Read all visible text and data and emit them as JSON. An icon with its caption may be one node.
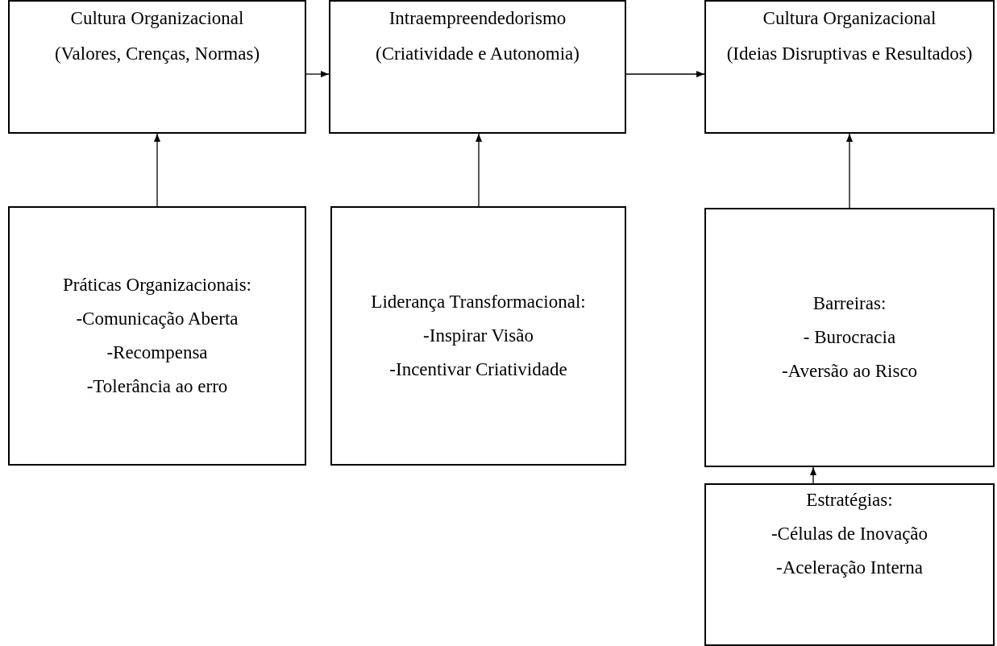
{
  "diagram": {
    "nodes": [
      {
        "text": [
          "Cultura Organizacional",
          "(Valores, Crenças, Normas)"
        ]
      },
      {
        "text": [
          "Intraempreendedorismo",
          "(Criatividade e Autonomia)"
        ]
      },
      {
        "text": [
          "Cultura Organizacional",
          "(Ideias Disruptivas e Resultados)"
        ]
      },
      {
        "text": [
          "Práticas Organizacionais:",
          "-Comunicação Aberta",
          "-Recompensa",
          "-Tolerância ao erro"
        ]
      },
      {
        "text": [
          "Liderança Transformacional:",
          "-Inspirar Visão",
          "-Incentivar Criatividade"
        ]
      },
      {
        "text": [
          "Barreiras:",
          "- Burocracia",
          "-Aversão ao Risco"
        ]
      },
      {
        "text": [
          "Estratégias:",
          "-Células de Inovação",
          "-Aceleração Interna"
        ]
      }
    ],
    "edges": [
      {
        "from": 0,
        "to": 1,
        "arrow": "to"
      },
      {
        "from": 1,
        "to": 2,
        "arrow": "to"
      },
      {
        "from": 3,
        "to": 0,
        "arrow": "to"
      },
      {
        "from": 4,
        "to": 1,
        "arrow": "to"
      },
      {
        "from": 5,
        "to": 2,
        "arrow": "to"
      },
      {
        "from": 6,
        "to": 5,
        "arrow": "to"
      }
    ]
  }
}
